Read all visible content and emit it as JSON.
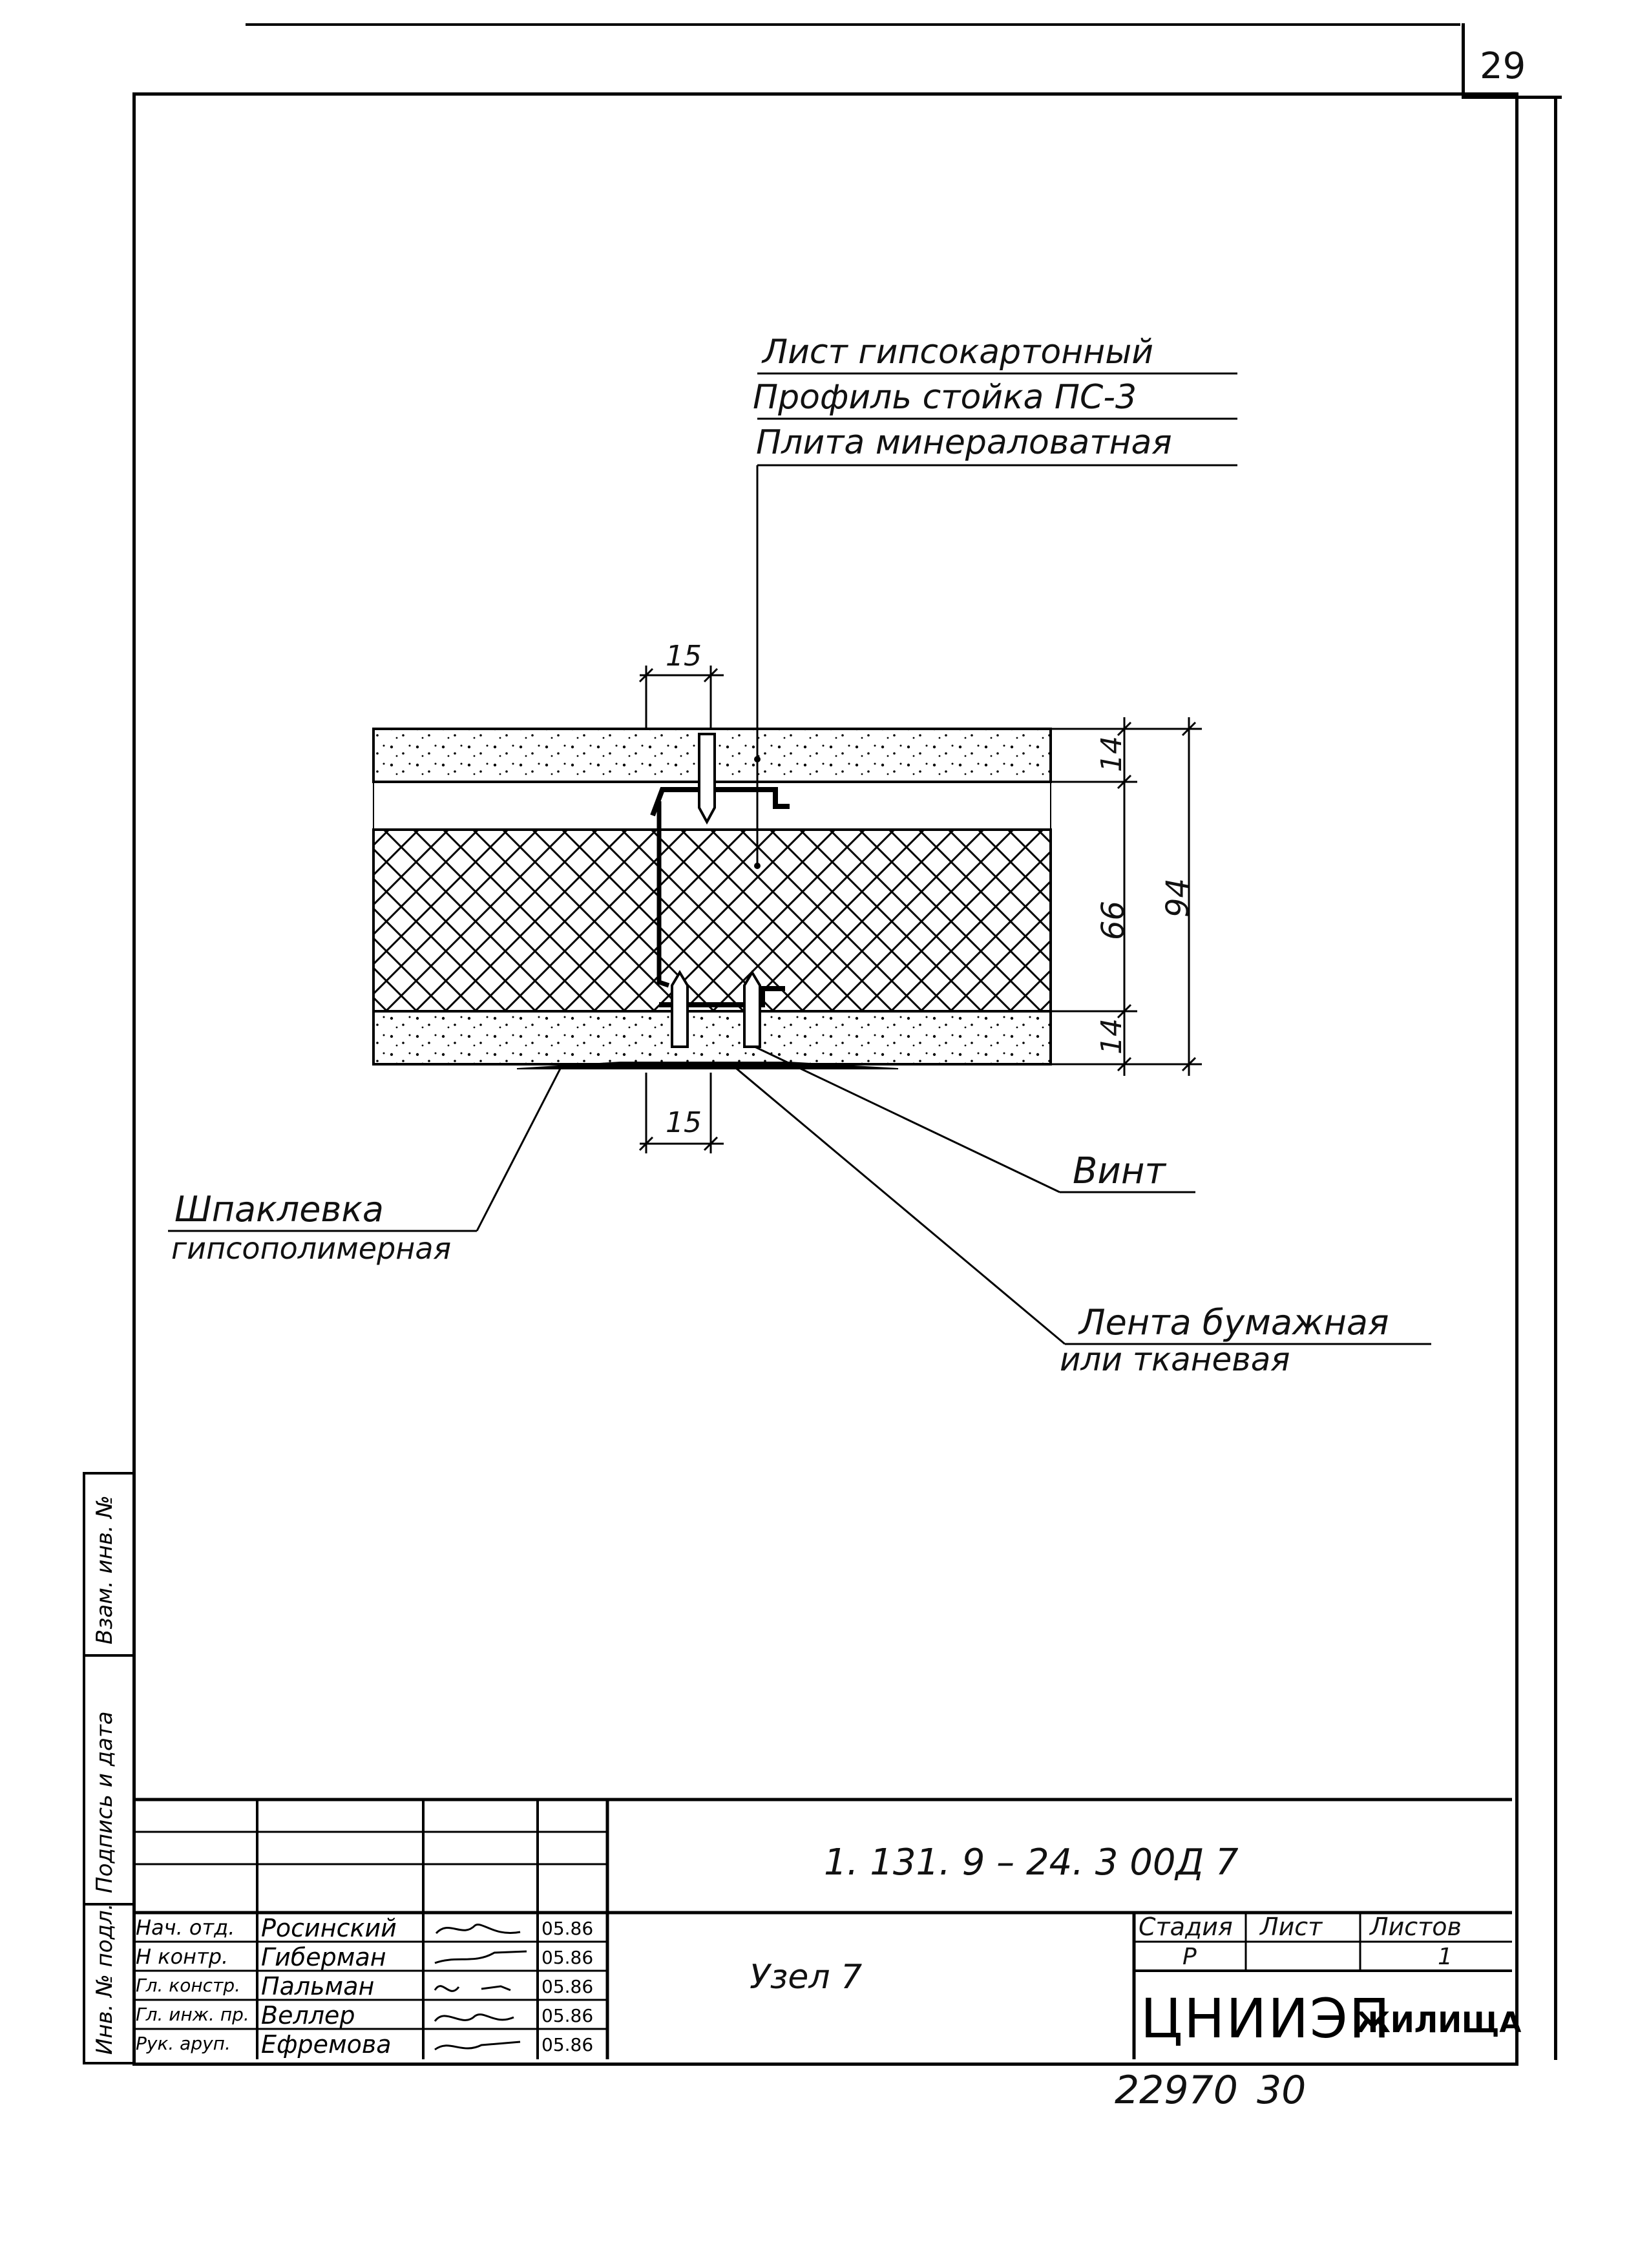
{
  "sheet": {
    "page_number": "29",
    "document_code": "1. 131. 9 – 24. 3   00Д 7",
    "title": "Узел 7",
    "organization": "ЦНИИЭП",
    "organization_suffix": "ЖИЛИЩА",
    "inventory_number": "22970",
    "format": "30"
  },
  "labels": {
    "gypsum_sheet": "Лист гипсокартонный",
    "profile": "Профиль стойка ПС-3",
    "mineral_wool": "Плита минераловатная",
    "putty_line1": "Шпаклевка",
    "putty_line2": "гипсополимерная",
    "screw": "Винт",
    "tape_line1": "Лента бумажная",
    "tape_line2": "или тканевая"
  },
  "dimensions": {
    "top_gap": "15",
    "bottom_gap": "15",
    "top_layer": "14",
    "core": "66",
    "bottom_layer": "14",
    "total": "94"
  },
  "side_stamp": {
    "inv_replace": "Взам. инв. №",
    "sign_date": "Подпись и дата",
    "inv_orig": "Инв. № подл."
  },
  "title_block": {
    "stage_header": "Стадия",
    "sheet_header": "Лист",
    "sheets_header": "Листов",
    "stage_value": "Р",
    "sheet_value": "",
    "sheets_value": "1",
    "rows": [
      {
        "role": "Нач. отд.",
        "name": "Росинский",
        "date": "05.86"
      },
      {
        "role": "Н контр.",
        "name": "Гиберман",
        "date": "05.86"
      },
      {
        "role": "Гл. констр.",
        "name": "Пальман",
        "date": "05.86"
      },
      {
        "role": "Гл. инж. пр.",
        "name": "Веллер",
        "date": "05.86"
      },
      {
        "role": "Рук. apуп.",
        "name": "Ефремова",
        "date": "05.86"
      }
    ]
  }
}
